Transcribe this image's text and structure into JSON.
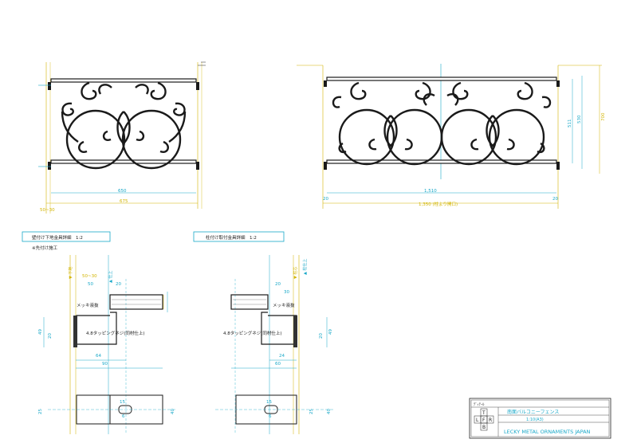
{
  "elevation_left": {
    "dim_inner": "650",
    "dim_overall": "675",
    "dim_offset": "50~30"
  },
  "elevation_right": {
    "dim_inner": "1,510",
    "dim_left_small": "20",
    "dim_right_small": "20",
    "dim_overall": "1,350 (柱より開口)",
    "dim_h_inner": "511",
    "dim_h_mid": "530",
    "dim_h_overall": "700"
  },
  "detail_left": {
    "title": "壁付け下地金具詳細　1:2",
    "note": "※先付け施工",
    "dim_50_30": "50~30",
    "dim_50": "50",
    "dim_20": "20",
    "dim_90": "90",
    "dim_64": "64",
    "dim_49": "49",
    "dim_20b": "20",
    "dim_25": "25",
    "dim_40": "40",
    "label_mekki": "メッキ液抜",
    "label_tapping": "4.8タッピングネジ(同材仕上)",
    "label_6": "6",
    "label_15": "15",
    "datum_1": "▼ 下地",
    "datum_2": "▲ 仕上"
  },
  "detail_right": {
    "title": "柱付け取付金具詳細　1:2",
    "label_mekki": "メッキ液抜",
    "label_tapping": "4.8タッピングネジ(同材仕上)",
    "dim_20": "20",
    "dim_30": "30",
    "dim_24": "24",
    "dim_60": "60",
    "dim_49": "49",
    "dim_20b": "20",
    "dim_25": "25",
    "dim_40": "40",
    "label_6": "6",
    "label_15": "15",
    "datum_1": "▼ 柱芯",
    "datum_2": "▲ 柱仕上"
  },
  "title_block": {
    "header": "ﾃﾞｨﾃｰﾙ",
    "name": "南面バルコニーフェンス",
    "scale": "1:10(A3)",
    "company": "LECKY METAL ORNAMENTS JAPAN",
    "view_t": "T",
    "view_l": "L",
    "view_f": "F",
    "view_r": "R",
    "view_b": "B"
  }
}
